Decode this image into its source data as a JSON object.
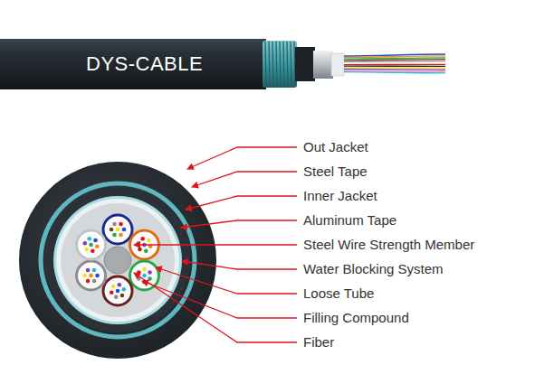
{
  "diagram": {
    "labels": [
      "DYS-CABLE",
      "Out Jacket",
      "Steel Tape",
      "Inner Jacket",
      "Aluminum Tape",
      "Steel Wire Strength Member",
      "Water Blocking System",
      "Loose Tube",
      "Filling Compound",
      "Fiber"
    ]
  }
}
